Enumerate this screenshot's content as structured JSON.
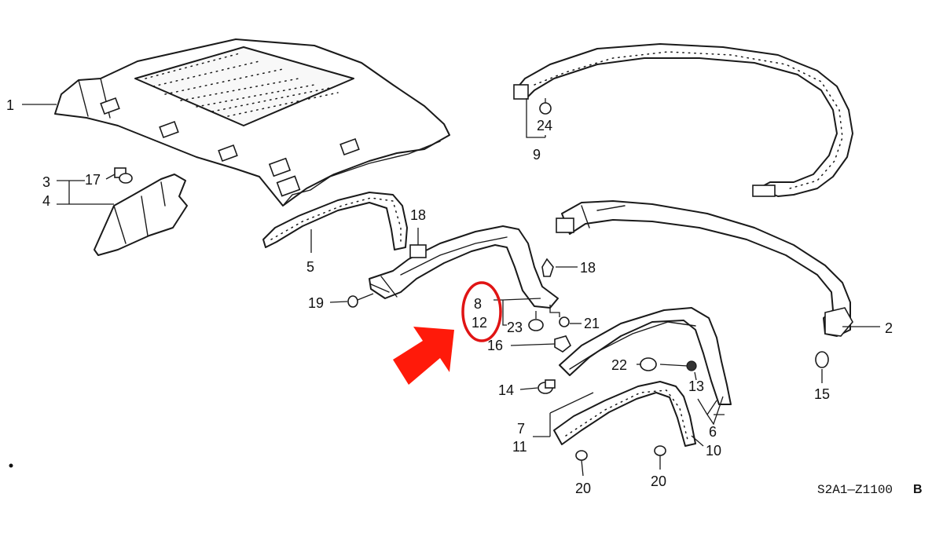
{
  "callouts": {
    "c1": "1",
    "c2": "2",
    "c3": "3",
    "c4": "4",
    "c5": "5",
    "c6": "6",
    "c7": "7",
    "c8": "8",
    "c9": "9",
    "c10": "10",
    "c11": "11",
    "c12": "12",
    "c13": "13",
    "c14": "14",
    "c15": "15",
    "c16": "16",
    "c17": "17",
    "c18a": "18",
    "c18b": "18",
    "c19": "19",
    "c20a": "20",
    "c20b": "20",
    "c21": "21",
    "c22": "22",
    "c23": "23",
    "c24": "24"
  },
  "reference": {
    "code": "S2A1—Z1100",
    "suffix": "B"
  },
  "highlight": {
    "circle_color": "#e01414",
    "arrow_color": "#ff1a0a"
  }
}
